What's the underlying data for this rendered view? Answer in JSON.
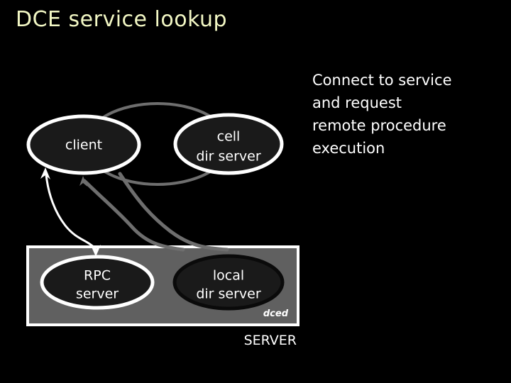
{
  "slide": {
    "title": "DCE service lookup",
    "background_color": "#000000",
    "title_color": "#f2f7c4"
  },
  "caption": {
    "lines": [
      "Connect to service",
      "and request",
      "remote procedure",
      "execution"
    ],
    "text": "Connect to service and request remote procedure execution",
    "color": "#ffffff"
  },
  "diagram": {
    "nodes": {
      "client": {
        "label": "client",
        "lines": [
          "client"
        ],
        "stroke": "#ffffff",
        "fill": "#1a1a1a"
      },
      "cell_dir_server": {
        "label": "cell dir server",
        "lines": [
          "cell",
          "dir server"
        ],
        "stroke": "#ffffff",
        "fill": "#1a1a1a"
      },
      "rpc_server": {
        "label": "RPC server",
        "lines": [
          "RPC",
          "server"
        ],
        "stroke": "#ffffff",
        "fill": "#1a1a1a"
      },
      "local_dir_server": {
        "label": "local dir server",
        "lines": [
          "local",
          "dir server"
        ],
        "stroke": "#0a0a0a",
        "fill": "#1a1a1a"
      },
      "hidden_ellipse": {
        "label": "",
        "stroke": "#6e6e6e",
        "fill": "none"
      }
    },
    "server_box": {
      "label": "SERVER",
      "fill": "#606060",
      "stroke": "#ffffff"
    },
    "dced_label": {
      "label": "dced",
      "color": "#ffffff"
    },
    "connectors": {
      "white_arrow_color": "#ffffff",
      "gray_arrow_color": "#6e6e6e"
    }
  }
}
